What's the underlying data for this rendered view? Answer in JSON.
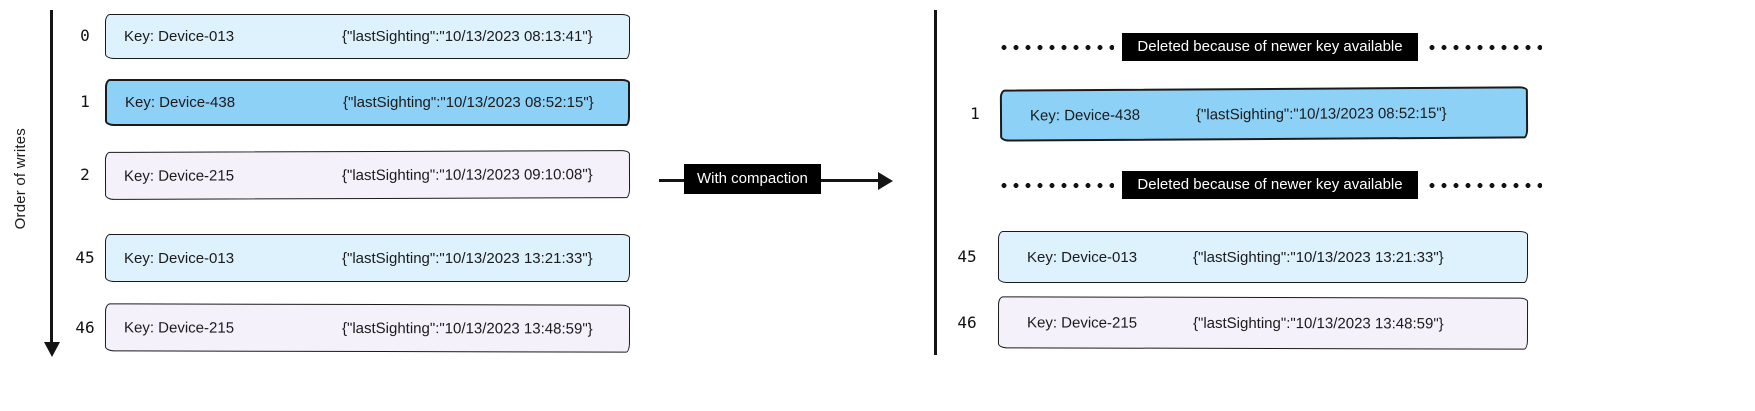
{
  "colors": {
    "stroke": "#141414",
    "light_blue": "#ddf2fd",
    "highlight_blue": "#8ed1f7",
    "lavender": "#f5f1fb",
    "badge_bg": "#000000",
    "badge_text": "#ffffff"
  },
  "axis": {
    "label": "Order of writes"
  },
  "compaction_arrow": {
    "label": "With compaction"
  },
  "left_log": {
    "rows": [
      {
        "index": "0",
        "key": "Key: Device-013",
        "value": "{\"lastSighting\":\"10/13/2023 08:13:41\"}"
      },
      {
        "index": "1",
        "key": "Key: Device-438",
        "value": "{\"lastSighting\":\"10/13/2023 08:52:15\"}"
      },
      {
        "index": "2",
        "key": "Key: Device-215",
        "value": "{\"lastSighting\":\"10/13/2023 09:10:08\"}"
      },
      {
        "index": "45",
        "key": "Key: Device-013",
        "value": "{\"lastSighting\":\"10/13/2023 13:21:33\"}"
      },
      {
        "index": "46",
        "key": "Key: Device-215",
        "value": "{\"lastSighting\":\"10/13/2023 13:48:59\"}"
      }
    ]
  },
  "right_log": {
    "deleted_1": "Deleted because of newer key available",
    "deleted_2": "Deleted because of newer key available",
    "rows": [
      {
        "index": "1",
        "key": "Key: Device-438",
        "value": "{\"lastSighting\":\"10/13/2023 08:52:15\"}"
      },
      {
        "index": "45",
        "key": "Key: Device-013",
        "value": "{\"lastSighting\":\"10/13/2023 13:21:33\"}"
      },
      {
        "index": "46",
        "key": "Key: Device-215",
        "value": "{\"lastSighting\":\"10/13/2023 13:48:59\"}"
      }
    ]
  }
}
